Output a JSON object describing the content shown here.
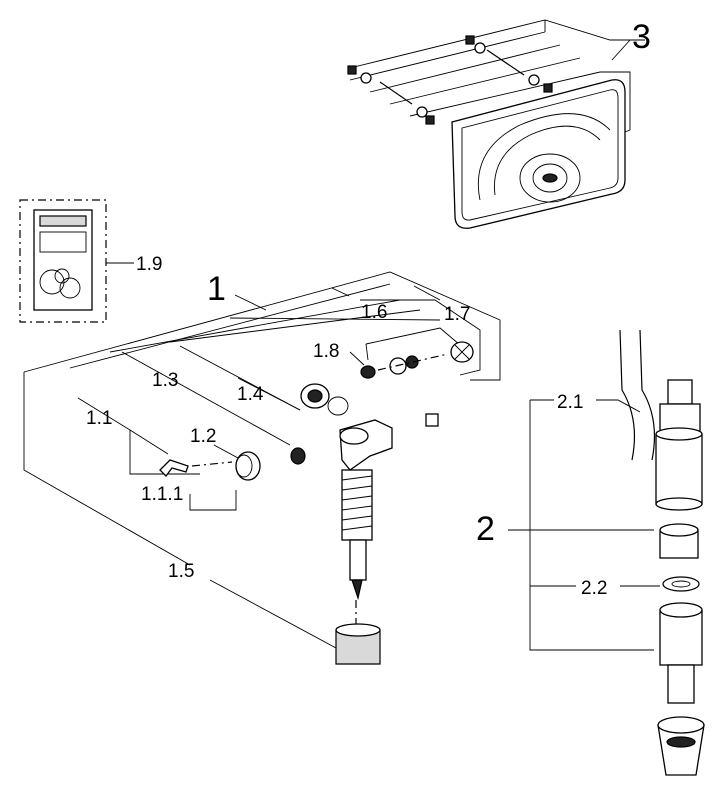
{
  "callouts": {
    "c1": "1",
    "c1_1": "1.1",
    "c1_1_1": "1.1.1",
    "c1_2": "1.2",
    "c1_3": "1.3",
    "c1_4": "1.4",
    "c1_5": "1.5",
    "c1_6": "1.6",
    "c1_7": "1.7",
    "c1_8": "1.8",
    "c1_9": "1.9",
    "c2": "2",
    "c2_1": "2.1",
    "c2_2": "2.2",
    "c3": "3"
  }
}
